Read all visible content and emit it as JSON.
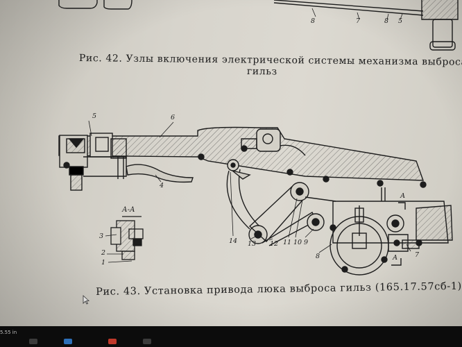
{
  "figure42": {
    "caption_line1": "Рис. 42. Узлы включения электрической системы механизма выброса",
    "caption_line2": "гильз",
    "top_labels": [
      "8",
      "7",
      "8",
      "5"
    ]
  },
  "figure43": {
    "caption": "Рис. 43. Установка привода люка выброса гильз (165.17.57сб-1)",
    "labels": [
      "5",
      "6",
      "4",
      "14",
      "13",
      "12",
      "11",
      "10",
      "9",
      "8",
      "7",
      "А"
    ],
    "section": {
      "title": "А-А",
      "labels": [
        "3",
        "2",
        "1"
      ]
    }
  },
  "screen": {
    "scale_readout": "5.55 in"
  },
  "colors": {
    "paper": "#d7d4cc",
    "ink": "#1d1d1d",
    "taskbar": "#0c0c0c"
  }
}
